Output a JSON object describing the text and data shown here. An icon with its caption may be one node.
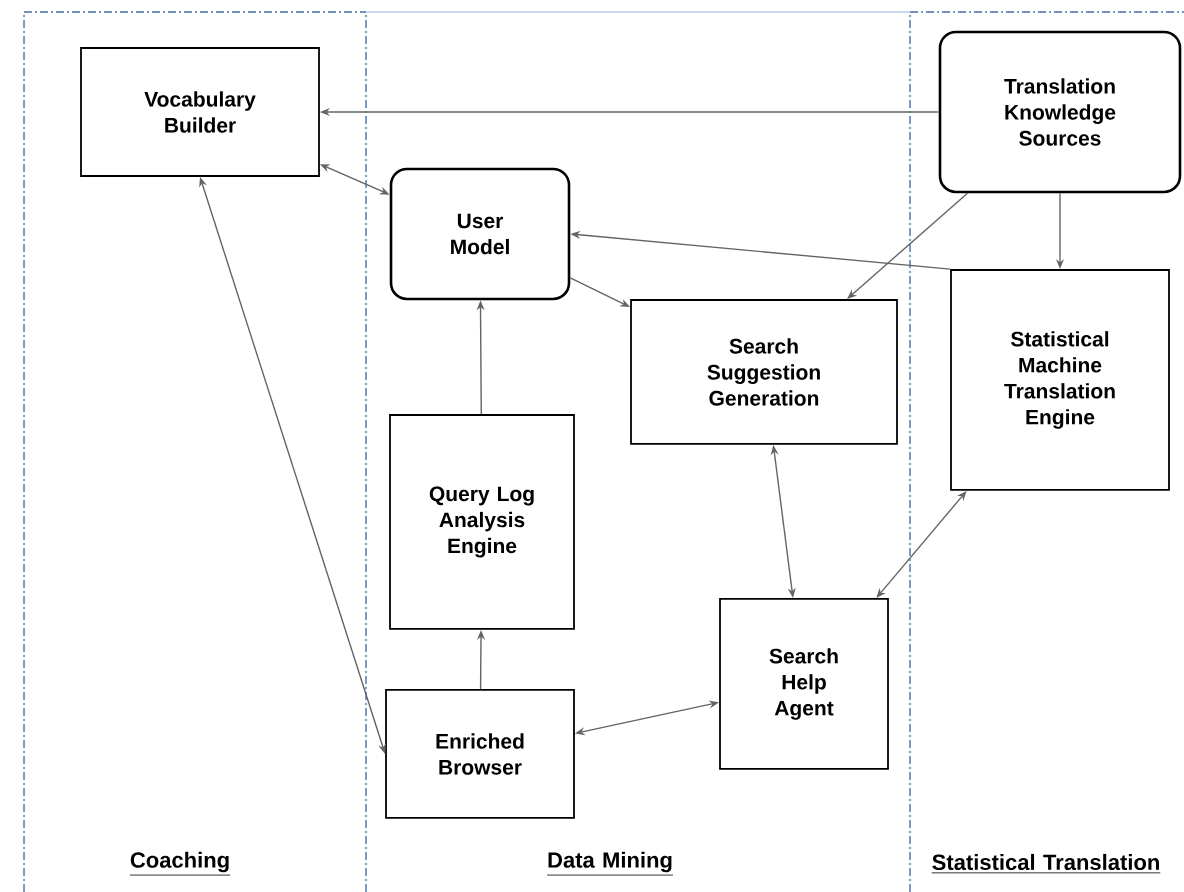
{
  "diagram": {
    "nodes": [
      {
        "text": [
          "Vocabulary Builder"
        ]
      },
      {
        "text": [
          "User Model"
        ]
      },
      {
        "text": [
          "Translation Knowledge Sources"
        ]
      },
      {
        "text": [
          "Search Suggestion Generation"
        ]
      },
      {
        "text": [
          "Statistical Machine Translation Engine"
        ]
      },
      {
        "text": [
          "Query Log Analysis Engine"
        ]
      },
      {
        "text": [
          "Search Help Agent"
        ]
      },
      {
        "text": [
          "Enriched Browser"
        ]
      }
    ],
    "edges": [
      {
        "from": 2,
        "to": 0,
        "arrow": "to"
      },
      {
        "from": 0,
        "to": 1,
        "arrow": "both"
      },
      {
        "from": 7,
        "to": 0,
        "arrow": "both"
      },
      {
        "from": 4,
        "to": 1,
        "arrow": "to"
      },
      {
        "from": 1,
        "to": 3,
        "arrow": "to"
      },
      {
        "from": 2,
        "to": 3,
        "arrow": "to"
      },
      {
        "from": 2,
        "to": 4,
        "arrow": "to"
      },
      {
        "from": 5,
        "to": 1,
        "arrow": "to"
      },
      {
        "from": 7,
        "to": 5,
        "arrow": "to"
      },
      {
        "from": 7,
        "to": 6,
        "arrow": "both"
      },
      {
        "from": 3,
        "to": 6,
        "arrow": "both"
      },
      {
        "from": 6,
        "to": 4,
        "arrow": "both"
      }
    ],
    "labels": [
      "Coaching",
      "Data Mining",
      "Statistical Translation"
    ]
  }
}
